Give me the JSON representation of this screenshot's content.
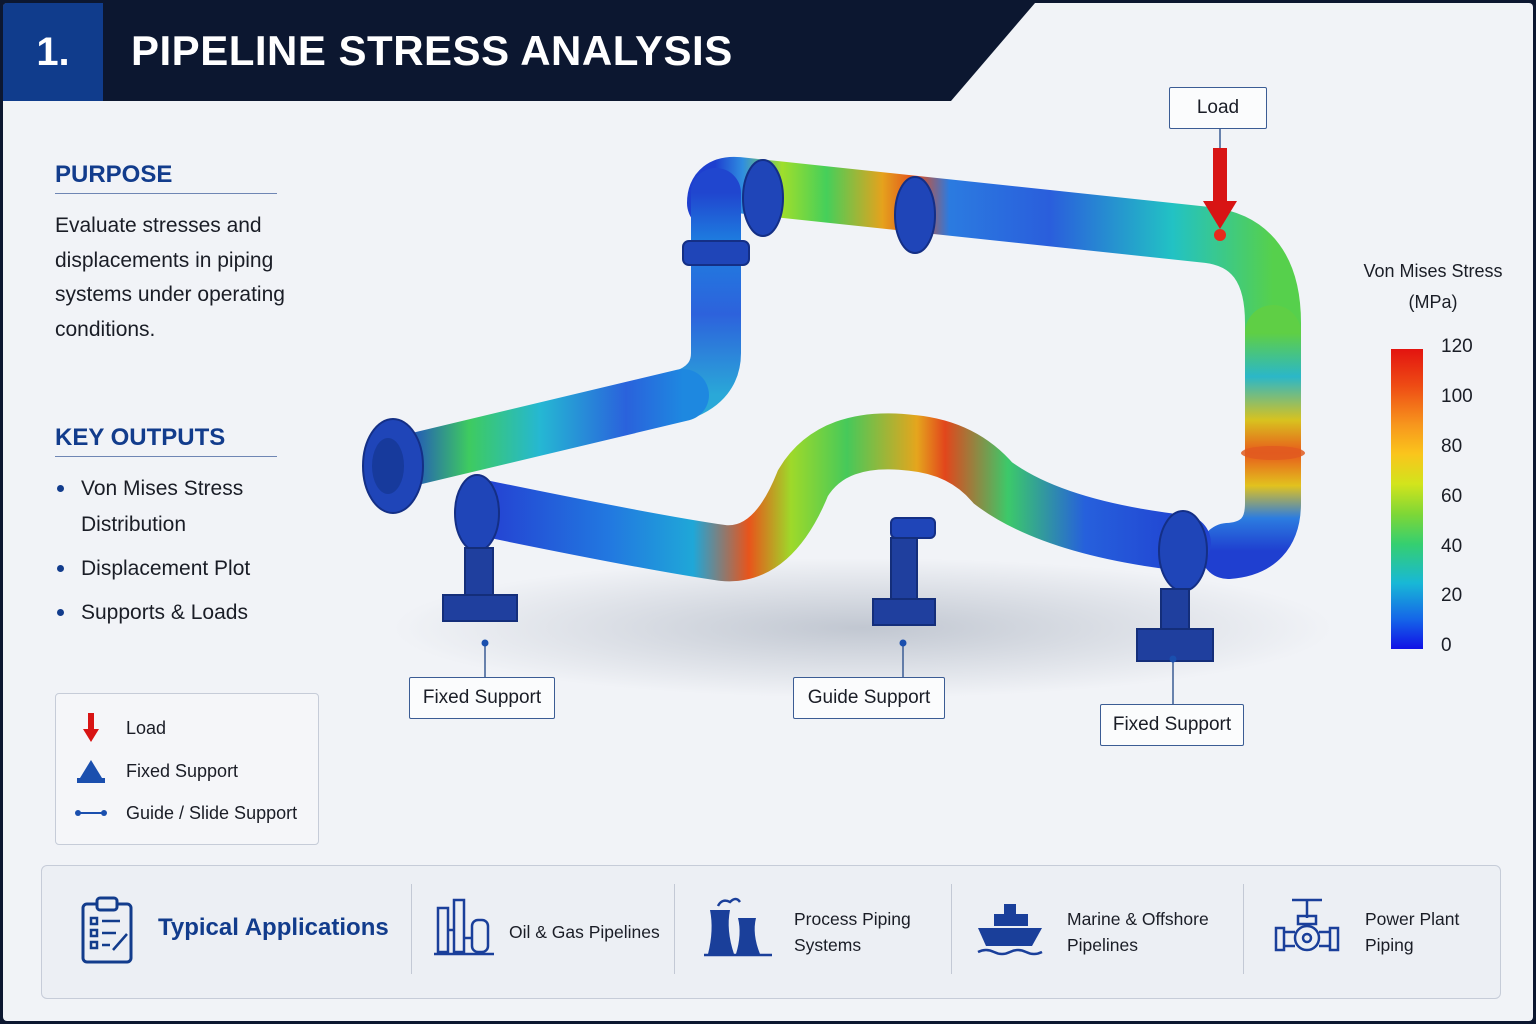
{
  "header": {
    "number": "1.",
    "title": "PIPELINE STRESS ANALYSIS"
  },
  "purpose": {
    "heading": "PURPOSE",
    "text": "Evaluate stresses and displacements in piping systems under operating conditions."
  },
  "key_outputs": {
    "heading": "KEY OUTPUTS",
    "items": [
      "Von Mises Stress Distribution",
      "Displacement Plot",
      "Supports & Loads"
    ]
  },
  "legend": {
    "items": [
      {
        "icon": "load-arrow-icon",
        "label": "Load"
      },
      {
        "icon": "fixed-support-icon",
        "label": "Fixed Support"
      },
      {
        "icon": "guide-support-icon",
        "label": "Guide / Slide Support"
      }
    ]
  },
  "callouts": {
    "load": "Load",
    "fixed_support_left": "Fixed Support",
    "guide_support": "Guide Support",
    "fixed_support_right": "Fixed Support"
  },
  "colorbar": {
    "title": "Von Mises Stress (MPa)",
    "ticks": [
      "120",
      "100",
      "80",
      "60",
      "40",
      "20",
      "0"
    ],
    "range": [
      0,
      120
    ],
    "colors": {
      "max": "#e31410",
      "mid": "#35cf70",
      "min": "#1110e6"
    }
  },
  "applications": {
    "title": "Typical Applications",
    "items": [
      {
        "icon": "refinery-icon",
        "label": "Oil & Gas Pipelines"
      },
      {
        "icon": "cooling-tower-icon",
        "label": "Process Piping Systems"
      },
      {
        "icon": "ship-icon",
        "label": "Marine & Offshore Pipelines"
      },
      {
        "icon": "valve-icon",
        "label": "Power Plant Piping"
      }
    ]
  },
  "colors": {
    "navy": "#0c1730",
    "accent": "#123c8c",
    "load_red": "#d81414"
  }
}
